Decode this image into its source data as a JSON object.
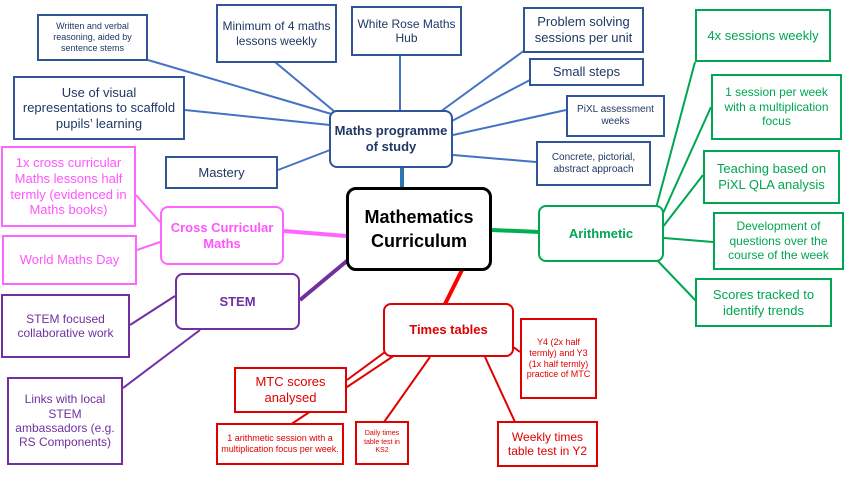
{
  "diagram": {
    "center": "Mathematics Curriculum",
    "hubs": {
      "programme": "Maths programme of study",
      "arithmetic": "Arithmetic",
      "times_tables": "Times tables",
      "stem": "STEM",
      "cross_curricular": "Cross Curricular Maths"
    },
    "programme_items": {
      "written_verbal": "Written and verbal reasoning, aided by sentence stems",
      "min_lessons": "Minimum of 4 maths lessons weekly",
      "white_rose": "White Rose Maths Hub",
      "problem_solving": "Problem solving sessions per unit",
      "small_steps": "Small steps",
      "pixl_weeks": "PiXL assessment weeks",
      "cpa": "Concrete, pictorial, abstract approach",
      "visual_reps": "Use of visual representations to scaffold pupils’ learning",
      "mastery": "Mastery"
    },
    "arithmetic_items": {
      "sessions": "4x sessions weekly",
      "multiplication_focus": "1 session per week with a multiplication focus",
      "pixl_qla": "Teaching based on PiXL QLA analysis",
      "development": "Development of questions over the course of the week",
      "scores": "Scores tracked to identify trends"
    },
    "times_tables_items": {
      "mtc_scores": "MTC scores analysed",
      "arith_session": "1 arithmetic session with a multiplication focus per week.",
      "daily_test": "Daily times table test in KS2",
      "weekly_test": "Weekly times table test in Y2",
      "mtc_practice": "Y4 (2x half termly) and Y3 (1x half termly) practice of MTC"
    },
    "stem_items": {
      "collaborative": "STEM focused collaborative work",
      "ambassadors": "Links with local STEM ambassadors (e.g. RS Components)"
    },
    "cross_curricular_items": {
      "half_termly": "1x cross curricular Maths lessons half termly (evidenced in Maths books)",
      "world_maths_day": "World Maths Day"
    }
  },
  "colors": {
    "blue": "#2f5597",
    "green": "#00a651",
    "red": "#e00000",
    "purple": "#7030a0",
    "pink": "#ff66ff",
    "center_border": "#000000"
  }
}
